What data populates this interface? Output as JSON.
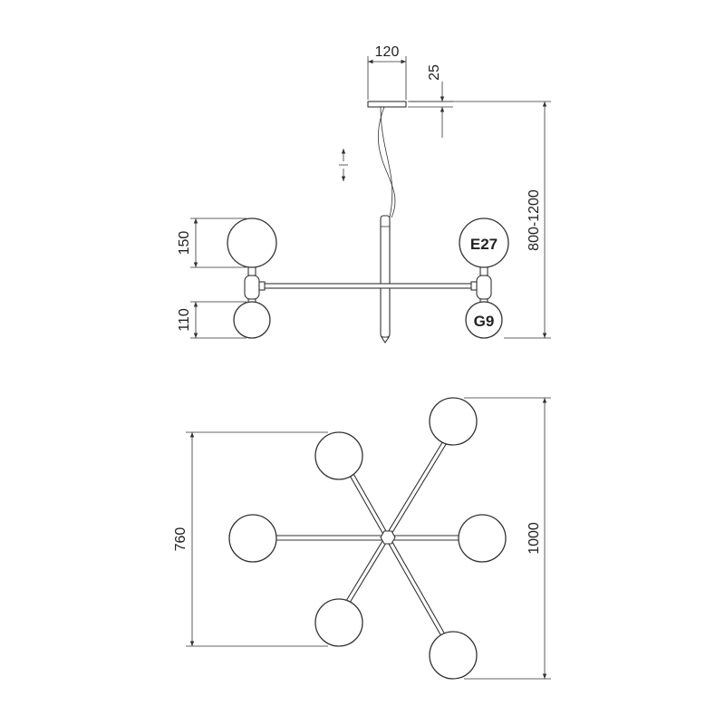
{
  "side_view": {
    "dim_canopy_width": "120",
    "dim_canopy_height": "25",
    "dim_total_height": "800-1200",
    "dim_globe_large": "150",
    "dim_globe_small": "110",
    "socket_large": "E27",
    "socket_small": "G9"
  },
  "top_view": {
    "dim_depth": "760",
    "dim_width": "1000"
  },
  "colors": {
    "line": "#333333",
    "background": "#ffffff"
  }
}
